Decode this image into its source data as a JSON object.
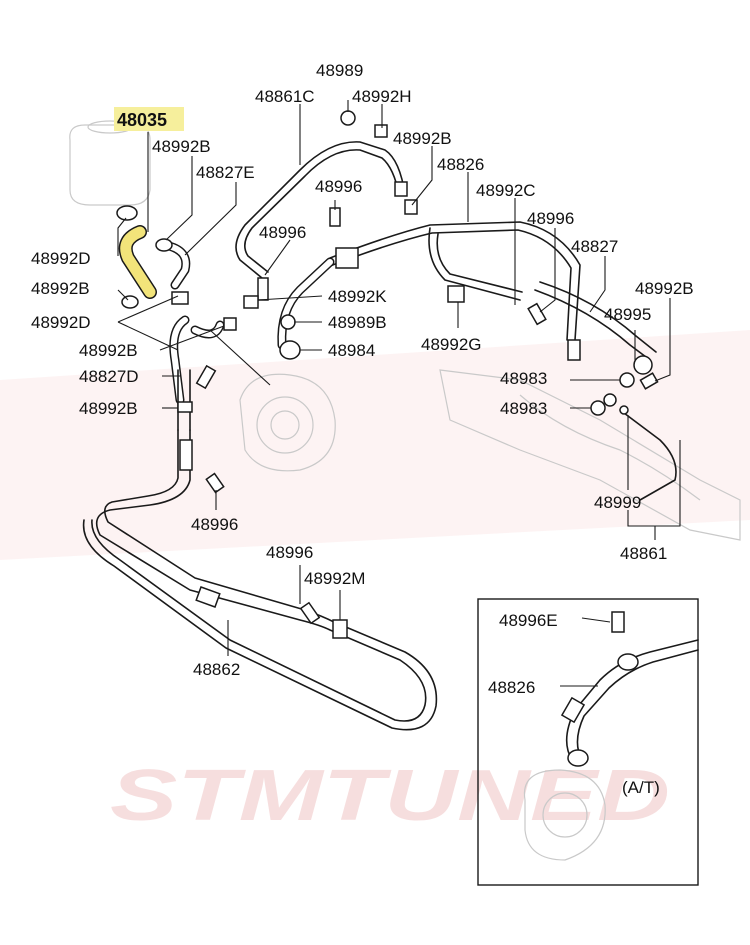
{
  "highlight_color": "#f6ef9c",
  "hose_highlight_color": "#f2e47a",
  "watermark_color": "#f1c9c9",
  "watermark_text": "STMTUNED",
  "inset_label": "(A/T)",
  "labels": {
    "p48989": "48989",
    "p48861c": "48861C",
    "p48992h": "48992H",
    "p48035": "48035",
    "p48992b_top": "48992B",
    "p48992b_right_top": "48992B",
    "p48827e": "48827E",
    "p48826": "48826",
    "p48996_top": "48996",
    "p48992c": "48992C",
    "p48996_mid": "48996",
    "p48996_right": "48996",
    "p48827": "48827",
    "p48992d_top": "48992D",
    "p48992k": "48992K",
    "p48992b_far_right": "48992B",
    "p48992b_left": "48992B",
    "p48989b": "48989B",
    "p48995": "48995",
    "p48992d_mid": "48992D",
    "p48984": "48984",
    "p48992g": "48992G",
    "p48992b_left2": "48992B",
    "p48827d": "48827D",
    "p48983_a": "48983",
    "p48992b_left3": "48992B",
    "p48983_b": "48983",
    "p48999": "48999",
    "p48996_low": "48996",
    "p48861": "48861",
    "p48996_bottom": "48996",
    "p48992m": "48992M",
    "p48862": "48862",
    "p48996e": "48996E",
    "p48826_inset": "48826"
  }
}
